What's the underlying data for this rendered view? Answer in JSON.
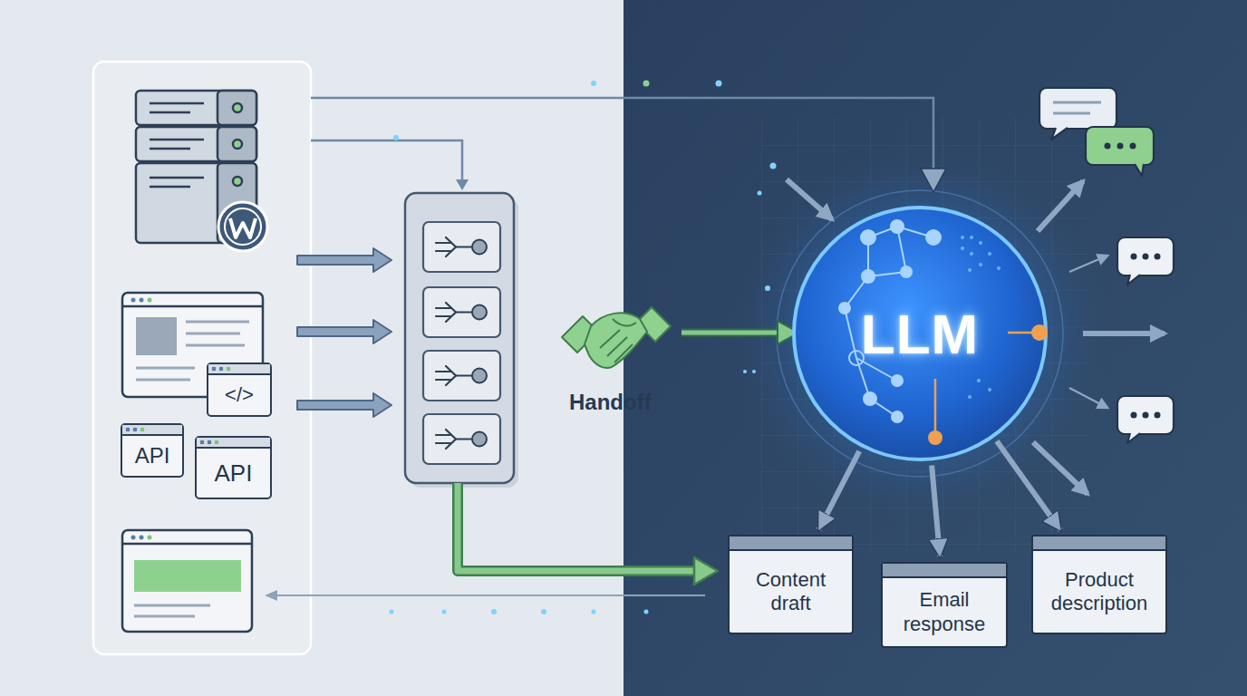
{
  "diagram": {
    "nodes": [
      {
        "text": [
          "</>"
        ]
      },
      {
        "text": [
          "API"
        ]
      },
      {
        "text": [
          "API"
        ]
      },
      {
        "text": [
          "LLM"
        ]
      },
      {
        "text": [
          "Content draft"
        ]
      },
      {
        "text": [
          "Email response"
        ]
      },
      {
        "text": [
          "Product description"
        ]
      }
    ],
    "edges": [
      {
        "from": 3,
        "to": 4,
        "arrow": "to"
      },
      {
        "from": 3,
        "to": 5,
        "arrow": "to"
      },
      {
        "from": 3,
        "to": 6,
        "arrow": "to"
      }
    ],
    "labels": [
      "Handoff"
    ]
  }
}
